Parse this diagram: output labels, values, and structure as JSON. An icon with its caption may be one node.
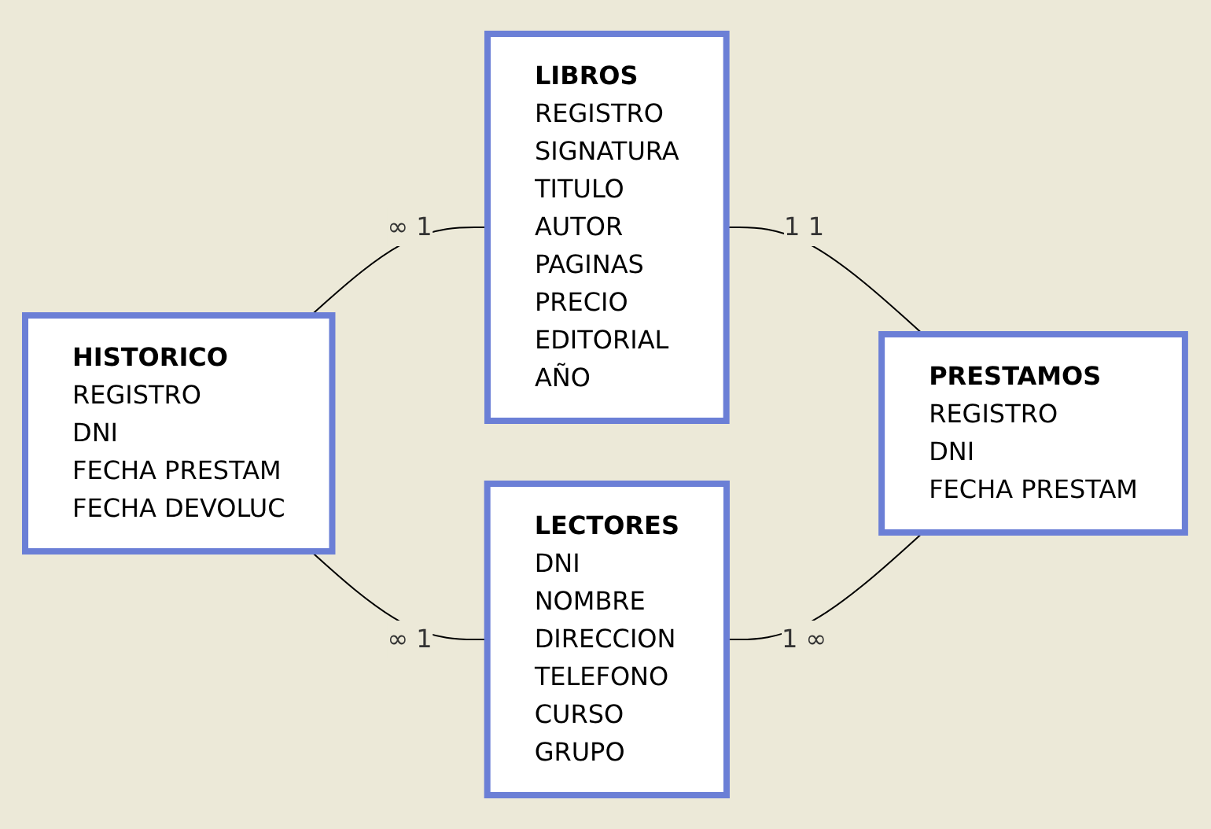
{
  "diagram": {
    "nodes": [
      {
        "text": [
          "HISTORICO",
          "REGISTRO",
          "DNI",
          "FECHA PRESTAM",
          "FECHA DEVOLUC"
        ]
      },
      {
        "text": [
          "LIBROS",
          "REGISTRO",
          "SIGNATURA",
          "TITULO",
          "AUTOR",
          "PAGINAS",
          "PRECIO",
          "EDITORIAL",
          "AÑO"
        ]
      },
      {
        "text": [
          "LECTORES",
          "DNI",
          "NOMBRE",
          "DIRECCION",
          "TELEFONO",
          "CURSO",
          "GRUPO"
        ]
      },
      {
        "text": [
          "PRESTAMOS",
          "REGISTRO",
          "DNI",
          "FECHA PRESTAM"
        ]
      }
    ],
    "edges": [
      {
        "from": 0,
        "to": 1,
        "arrow": "none",
        "label": "∞ 1"
      },
      {
        "from": 0,
        "to": 2,
        "arrow": "none",
        "label": "∞ 1"
      },
      {
        "from": 1,
        "to": 3,
        "arrow": "none",
        "label": "1 1"
      },
      {
        "from": 2,
        "to": 3,
        "arrow": "none",
        "label": "1 ∞"
      }
    ]
  }
}
